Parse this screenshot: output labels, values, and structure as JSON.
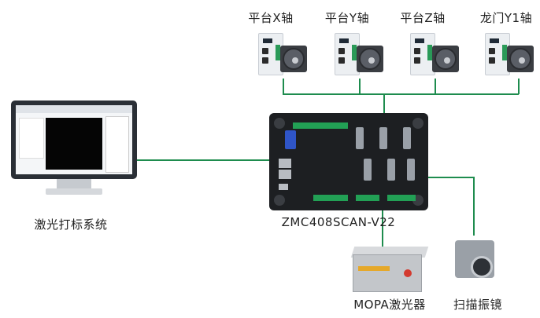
{
  "axes": [
    {
      "label": "平台X轴"
    },
    {
      "label": "平台Y轴"
    },
    {
      "label": "平台Z轴"
    },
    {
      "label": "龙门Y1轴"
    }
  ],
  "controller": {
    "model": "ZMC408SCAN-V22"
  },
  "pc": {
    "label": "激光打标系统"
  },
  "laser": {
    "label": "MOPA激光器"
  },
  "scanner": {
    "label": "扫描振镜"
  },
  "colors": {
    "wire": "#1e8c4e",
    "controller": "#1d1f22",
    "terminal": "#22a055"
  }
}
